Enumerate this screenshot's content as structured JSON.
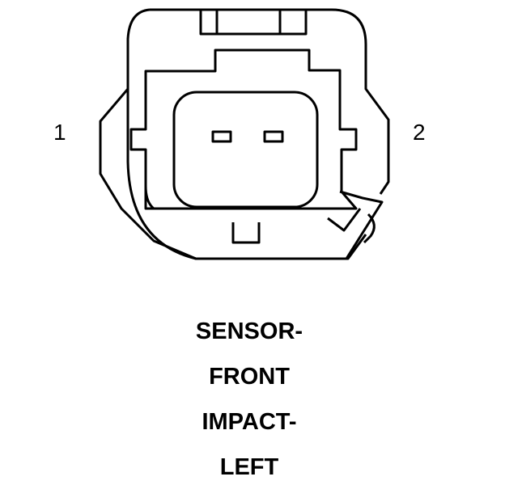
{
  "connector": {
    "pins": [
      {
        "label": "1"
      },
      {
        "label": "2"
      }
    ]
  },
  "title_lines": [
    "SENSOR-",
    "FRONT",
    "IMPACT-",
    "LEFT"
  ]
}
